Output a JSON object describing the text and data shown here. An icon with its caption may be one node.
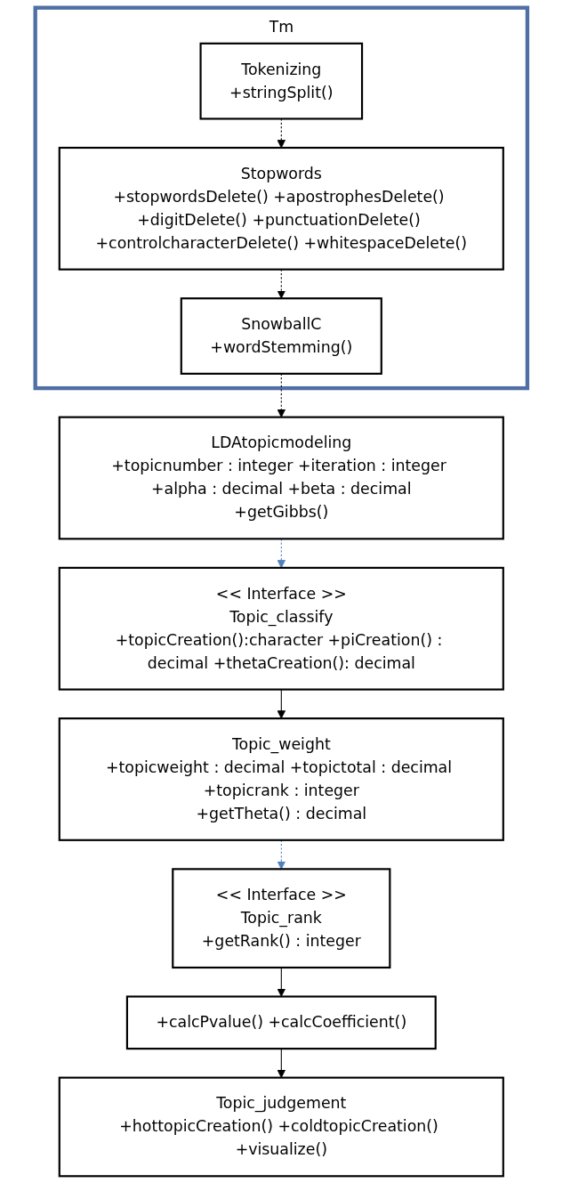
{
  "diagram": {
    "nodes": [
      {
        "text": [
          "Tm"
        ]
      },
      {
        "text": [
          "Tokenizing",
          "+stringSplit()"
        ],
        "in": 0
      },
      {
        "text": [
          "Stopwords",
          "+stopwordsDelete() +apostrophesDelete() +digitDelete() +punctuationDelete() +controlcharacterDelete() +whitespaceDelete()"
        ],
        "in": 0
      },
      {
        "text": [
          "SnowballC",
          "+wordStemming()"
        ],
        "in": 0
      },
      {
        "text": [
          "LDAtopicmodeling",
          "+topicnumber : integer +iteration : integer +alpha : decimal +beta : decimal",
          "+getGibbs()"
        ]
      },
      {
        "text": [
          "<< Interface >>",
          "Topic_classify",
          "+topicCreation():character +piCreation() : decimal +thetaCreation(): decimal"
        ]
      },
      {
        "text": [
          "Topic_weight",
          "+topicweight : decimal +topictotal : decimal +topicrank : integer",
          "+getTheta() : decimal"
        ]
      },
      {
        "text": [
          "<< Interface >>",
          "Topic_rank",
          "+getRank() : integer"
        ]
      },
      {
        "text": [
          "+calcPvalue() +calcCoefficient()"
        ]
      },
      {
        "text": [
          "Topic_judgement",
          "+hottopicCreation() +coldtopicCreation() +visualize()"
        ]
      }
    ],
    "edges": [
      {
        "from": 1,
        "to": 2,
        "arrow": "to",
        "style": "dashed"
      },
      {
        "from": 2,
        "to": 3,
        "arrow": "to",
        "style": "dashed"
      },
      {
        "from": 3,
        "to": 4,
        "arrow": "to",
        "style": "dashed"
      },
      {
        "from": 4,
        "to": 5,
        "arrow": "to",
        "style": "dashed",
        "color": "#4f81bd"
      },
      {
        "from": 5,
        "to": 6,
        "arrow": "to"
      },
      {
        "from": 6,
        "to": 7,
        "arrow": "to",
        "style": "dashed",
        "color": "#4f81bd"
      },
      {
        "from": 7,
        "to": 8,
        "arrow": "to"
      },
      {
        "from": 8,
        "to": 9,
        "arrow": "to"
      }
    ]
  }
}
